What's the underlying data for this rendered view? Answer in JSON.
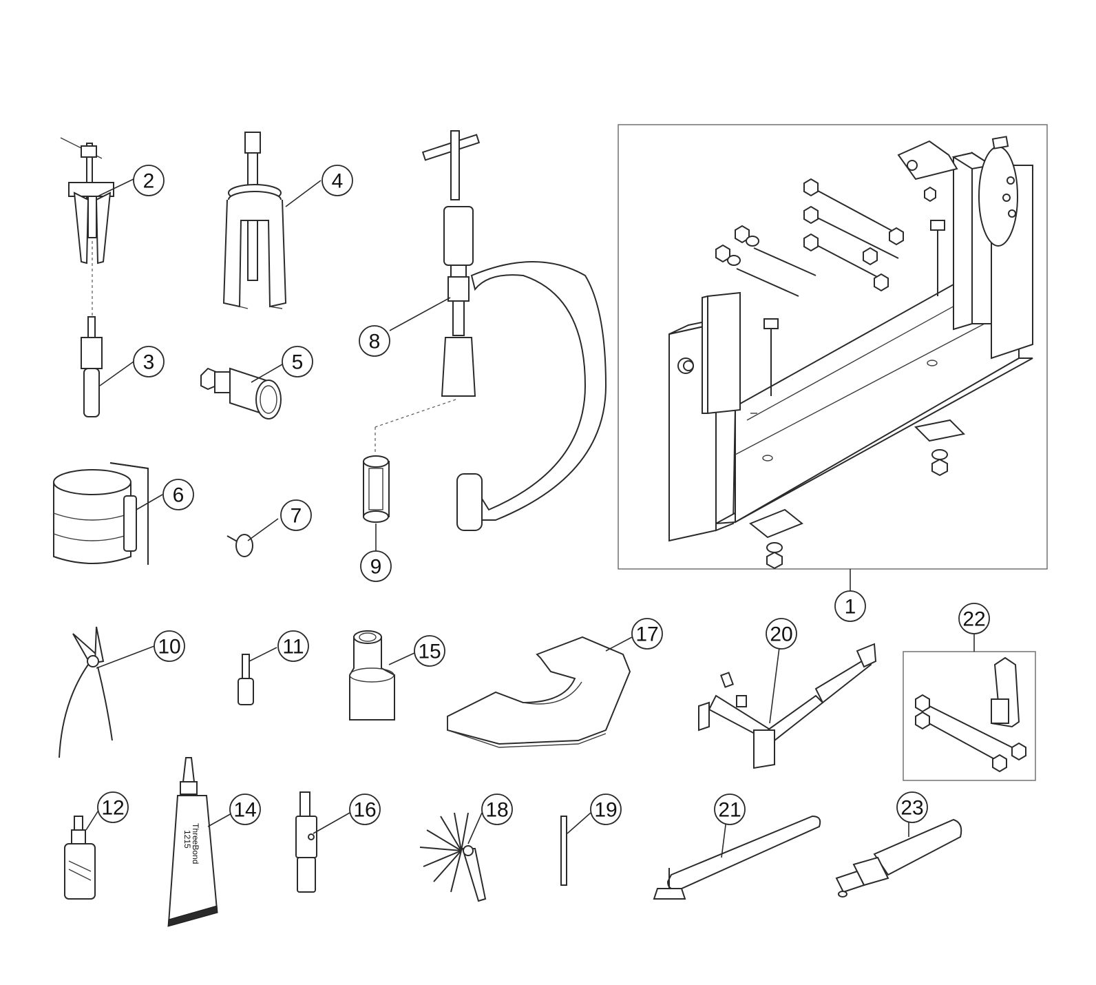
{
  "callouts": [
    {
      "id": "1",
      "text": "1"
    },
    {
      "id": "2",
      "text": "2"
    },
    {
      "id": "3",
      "text": "3"
    },
    {
      "id": "4",
      "text": "4"
    },
    {
      "id": "5",
      "text": "5"
    },
    {
      "id": "6",
      "text": "6"
    },
    {
      "id": "7",
      "text": "7"
    },
    {
      "id": "8",
      "text": "8"
    },
    {
      "id": "9",
      "text": "9"
    },
    {
      "id": "10",
      "text": "10"
    },
    {
      "id": "11",
      "text": "11"
    },
    {
      "id": "12",
      "text": "12"
    },
    {
      "id": "14",
      "text": "14"
    },
    {
      "id": "15",
      "text": "15"
    },
    {
      "id": "16",
      "text": "16"
    },
    {
      "id": "17",
      "text": "17"
    },
    {
      "id": "18",
      "text": "18"
    },
    {
      "id": "19",
      "text": "19"
    },
    {
      "id": "20",
      "text": "20"
    },
    {
      "id": "21",
      "text": "21"
    },
    {
      "id": "22",
      "text": "22"
    },
    {
      "id": "23",
      "text": "23"
    }
  ],
  "tube_label": {
    "brand": "ThreeBond",
    "code": "1215"
  }
}
